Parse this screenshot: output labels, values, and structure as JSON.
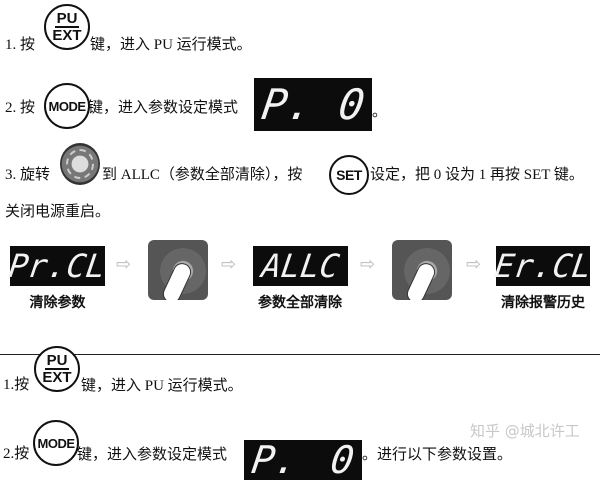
{
  "section1": {
    "step1": {
      "prefix": "1.  按",
      "key_top": "PU",
      "key_bottom": "EXT",
      "suffix": "键，进入 PU 运行模式。"
    },
    "step2": {
      "prefix": "2.  按",
      "key": "MODE",
      "suffix": "键，进入参数设定模式",
      "display_left": "P.",
      "display_right": "0",
      "end": "。"
    },
    "step3": {
      "prefix": "3.  旋转",
      "middle": "到 ALLC（参数全部清除），按",
      "key": "SET",
      "suffix": "设定，把 0 设为 1 再按 SET 键。"
    },
    "step3_cont": "关闭电源重启。",
    "flow": [
      {
        "display": "Pr.CL",
        "label": "清除参数"
      },
      {
        "display": "ALLC",
        "label": "参数全部清除"
      },
      {
        "display": "Er.CL",
        "label": "清除报警历史"
      }
    ]
  },
  "section2": {
    "step1": {
      "prefix": "1.按",
      "key_top": "PU",
      "key_bottom": "EXT",
      "suffix": "键，进入 PU 运行模式。"
    },
    "step2": {
      "prefix": "2.按",
      "key": "MODE",
      "suffix": "键，进入参数设定模式",
      "display_left": "P.",
      "display_right": "0",
      "end": "。进行以下参数设置。"
    }
  },
  "watermark": "知乎 @城北许工",
  "colors": {
    "display_bg": "#0c0c0c",
    "display_fg": "#f2f2f2",
    "arrow": "#bbbbbb"
  }
}
